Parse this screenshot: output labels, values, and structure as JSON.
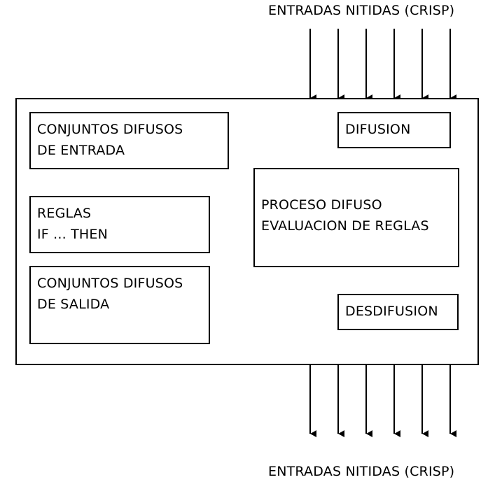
{
  "top_label": "ENTRADAS NITIDAS (CRISP)",
  "bottom_label": "ENTRADAS NITIDAS (CRISP)",
  "boxes": {
    "input_sets": {
      "line1": "CONJUNTOS DIFUSOS",
      "line2": "DE ENTRADA"
    },
    "rules": {
      "line1": "REGLAS",
      "line2": "IF ... THEN"
    },
    "output_sets": {
      "line1": "CONJUNTOS DIFUSOS",
      "line2": "DE SALIDA"
    },
    "fuzzification": {
      "line1": "DIFUSION"
    },
    "fuzzy_process": {
      "line1": "PROCESO DIFUSO",
      "line2": "EVALUACION DE REGLAS"
    },
    "defuzzification": {
      "line1": "DESDIFUSION"
    }
  },
  "arrows": {
    "input_count": 6,
    "output_count": 6
  }
}
